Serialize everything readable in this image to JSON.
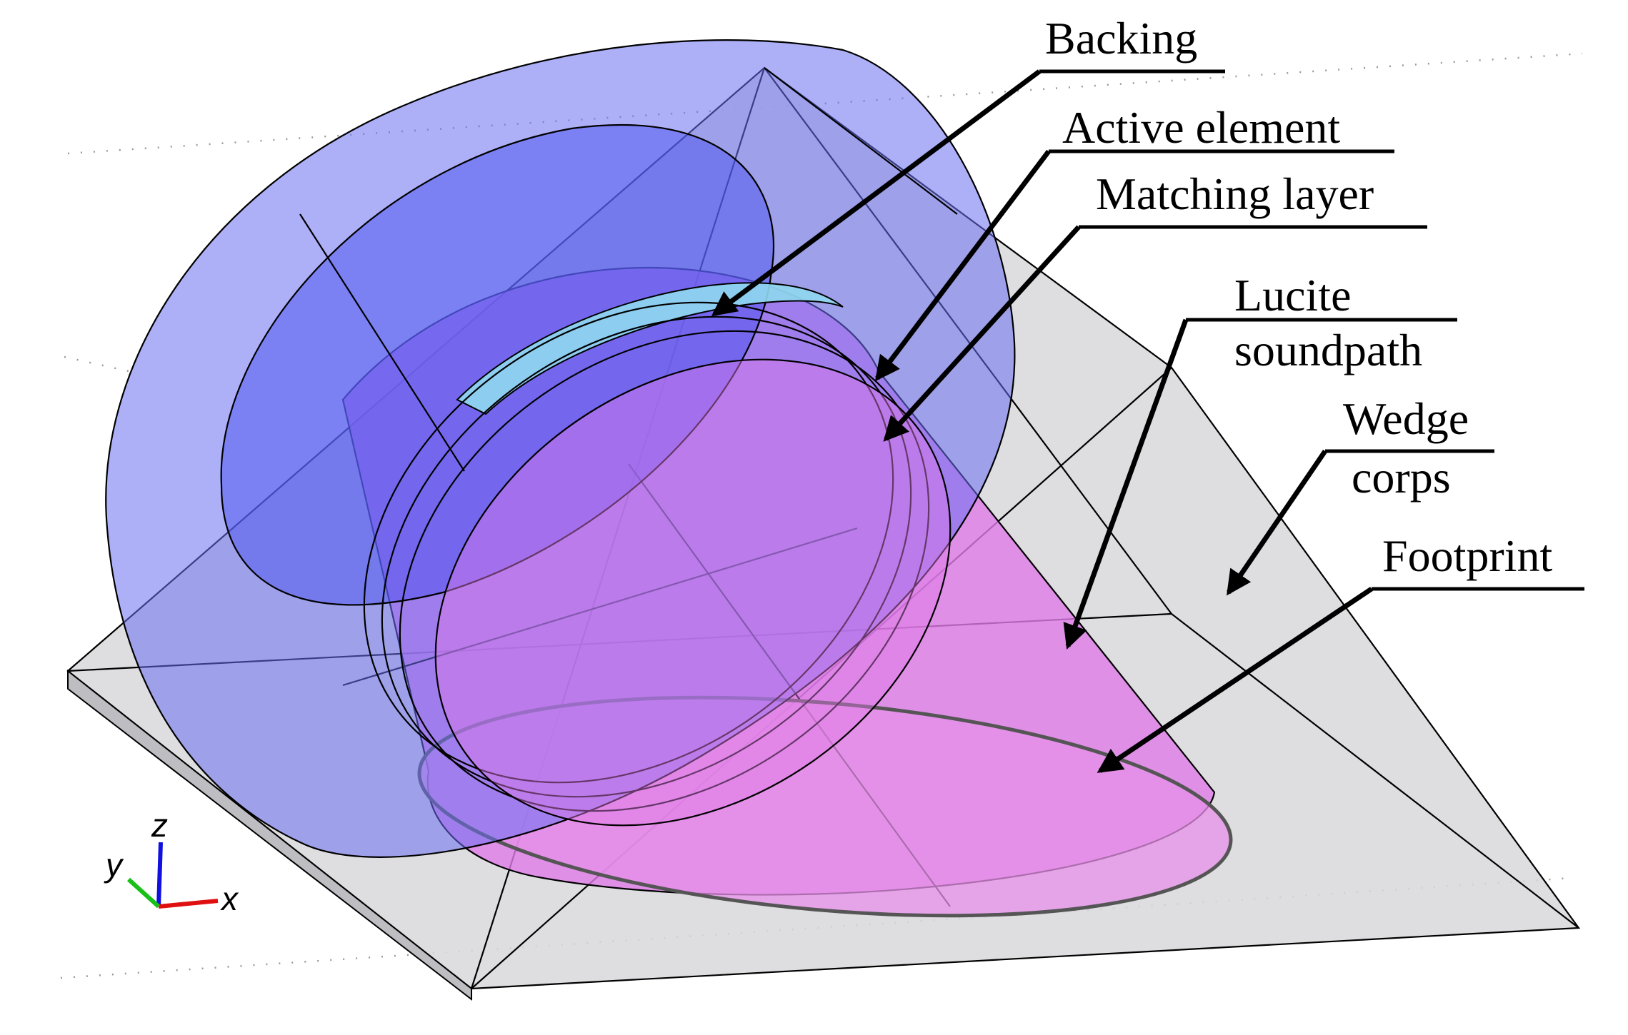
{
  "labels": {
    "backing": "Backing",
    "active_element": "Active element",
    "matching_layer": "Matching layer",
    "lucite_line1": "Lucite",
    "lucite_line2": "soundpath",
    "wedge_line1": "Wedge",
    "wedge_line2": "corps",
    "footprint": "Footprint"
  },
  "axes": {
    "x": "x",
    "y": "y",
    "z": "z"
  },
  "colors": {
    "backing": "#6a6ff0",
    "active_element": "#8fd8f0",
    "matching_layer": "#7a86e8",
    "lucite": "#e07ae8",
    "wedge": "#d8d8dc",
    "footprint": "#e690e8",
    "axis_x": "#e01010",
    "axis_y": "#18c018",
    "axis_z": "#1010e0"
  }
}
